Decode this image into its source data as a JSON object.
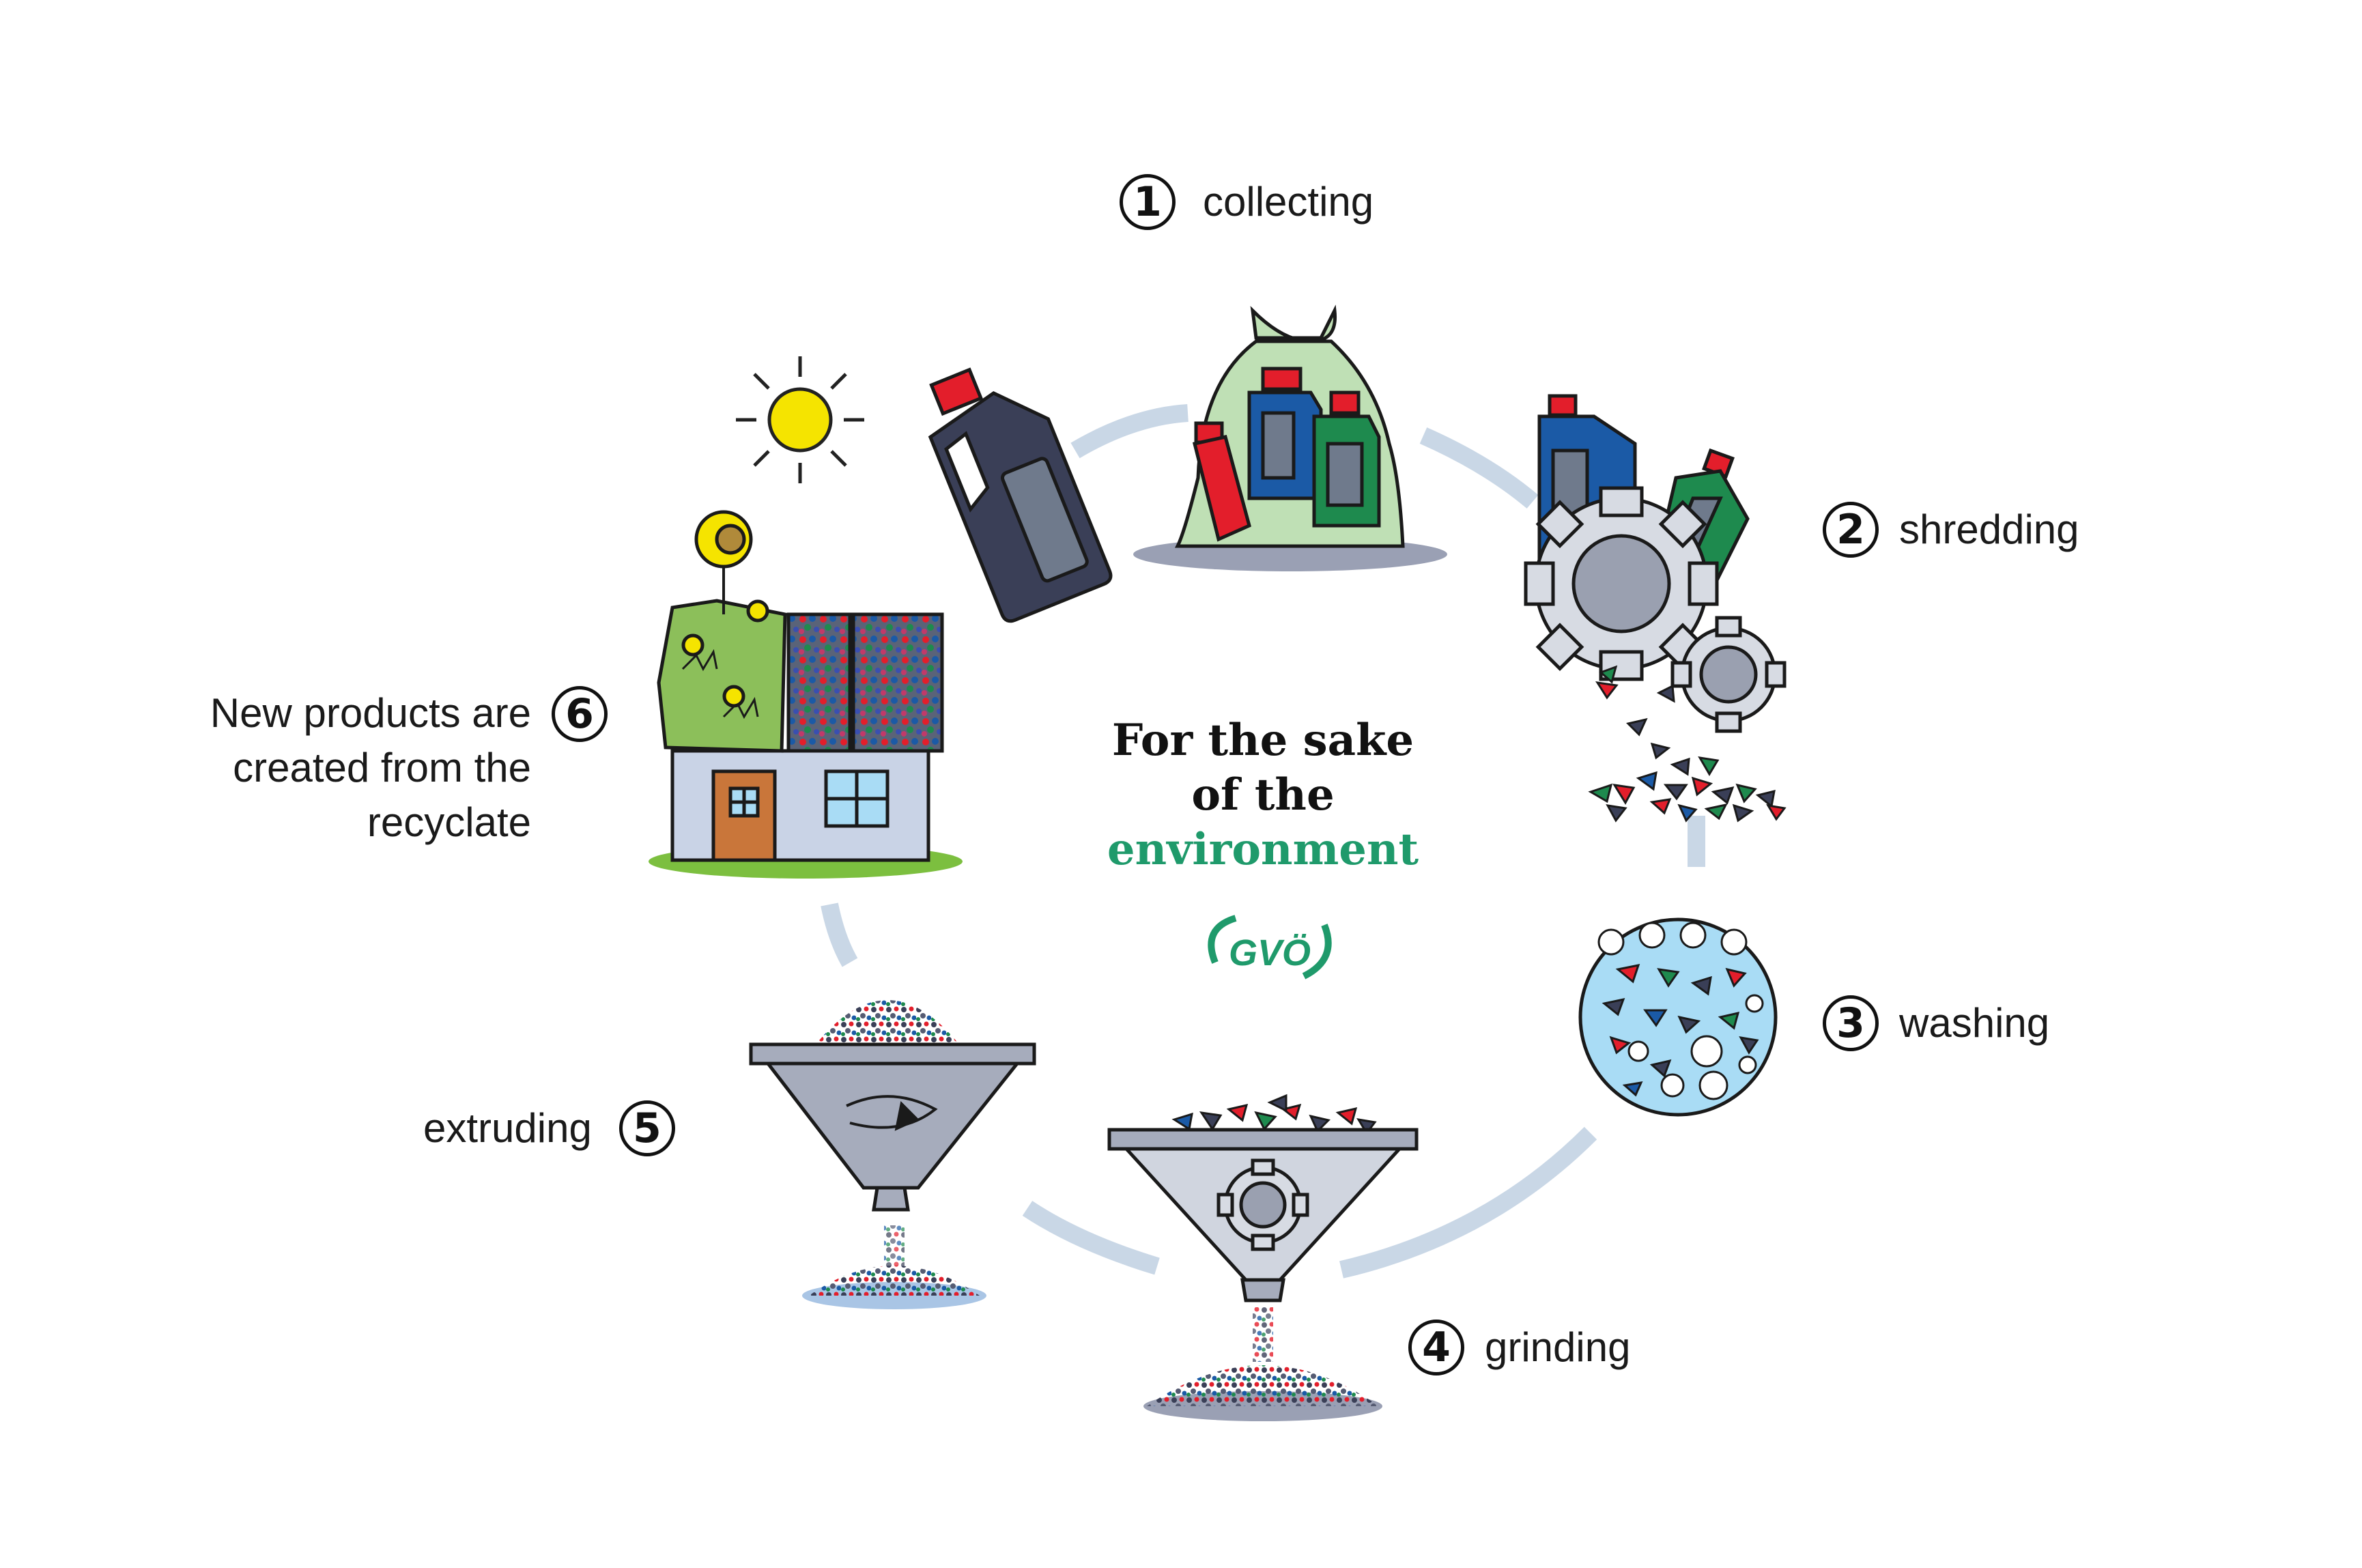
{
  "steps": [
    {
      "number": "1",
      "label": "collecting"
    },
    {
      "number": "2",
      "label": "shredding"
    },
    {
      "number": "3",
      "label": "washing"
    },
    {
      "number": "4",
      "label": "grinding"
    },
    {
      "number": "5",
      "label": "extruding"
    },
    {
      "number": "6",
      "label": "New products are created from the recyclate"
    }
  ],
  "center": {
    "line1": "For the sake",
    "line2": "of the",
    "line3": "environment"
  },
  "logo": {
    "text": "GVÖ"
  },
  "colors": {
    "accent_green": "#1f9a6b",
    "cycle_arc": "#c9d7e6",
    "bottle_red": "#e31e2b",
    "bottle_blue": "#1b5aa6",
    "bottle_green": "#1e8a4e",
    "bottle_dark": "#3a3f57",
    "sun": "#f5e400",
    "grey_machine": "#a6acbc"
  }
}
